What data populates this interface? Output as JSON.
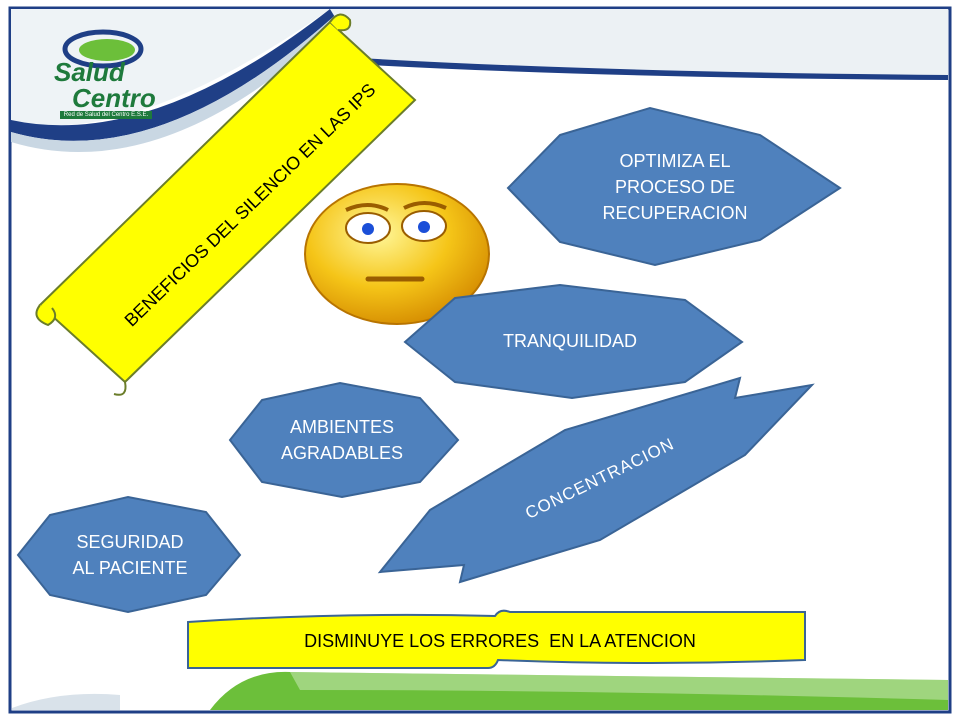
{
  "logo": {
    "line1": "Salud",
    "line2": "Centro",
    "tagline": "Red de Salud del Centro E.S.E."
  },
  "banner": {
    "text": "BENEFICIOS DEL SILENCIO EN LAS IPS"
  },
  "shapes": {
    "optimiza": {
      "line1": "OPTIMIZA EL",
      "line2": "PROCESO DE",
      "line3": "RECUPERACION"
    },
    "tranquilidad": {
      "text": "TRANQUILIDAD"
    },
    "ambientes": {
      "line1": "AMBIENTES",
      "line2": "AGRADABLES"
    },
    "concentracion": {
      "text": "CONCENTRACION"
    },
    "seguridad": {
      "line1": "SEGURIDAD",
      "line2": "AL PACIENTE"
    }
  },
  "bottom_banner": {
    "text": "DISMINUYE LOS ERRORES  EN LA ATENCION"
  },
  "colors": {
    "frame": "#1f3f86",
    "shape_fill": "#4f81bd",
    "shape_stroke": "#3a6496",
    "banner_yellow": "#ffff00",
    "banner_stroke": "#6b7d2a",
    "accent_green": "#6cbf3a",
    "logo_green": "#1e7a3c"
  },
  "icons": {
    "smiley": "worried-face-icon"
  }
}
